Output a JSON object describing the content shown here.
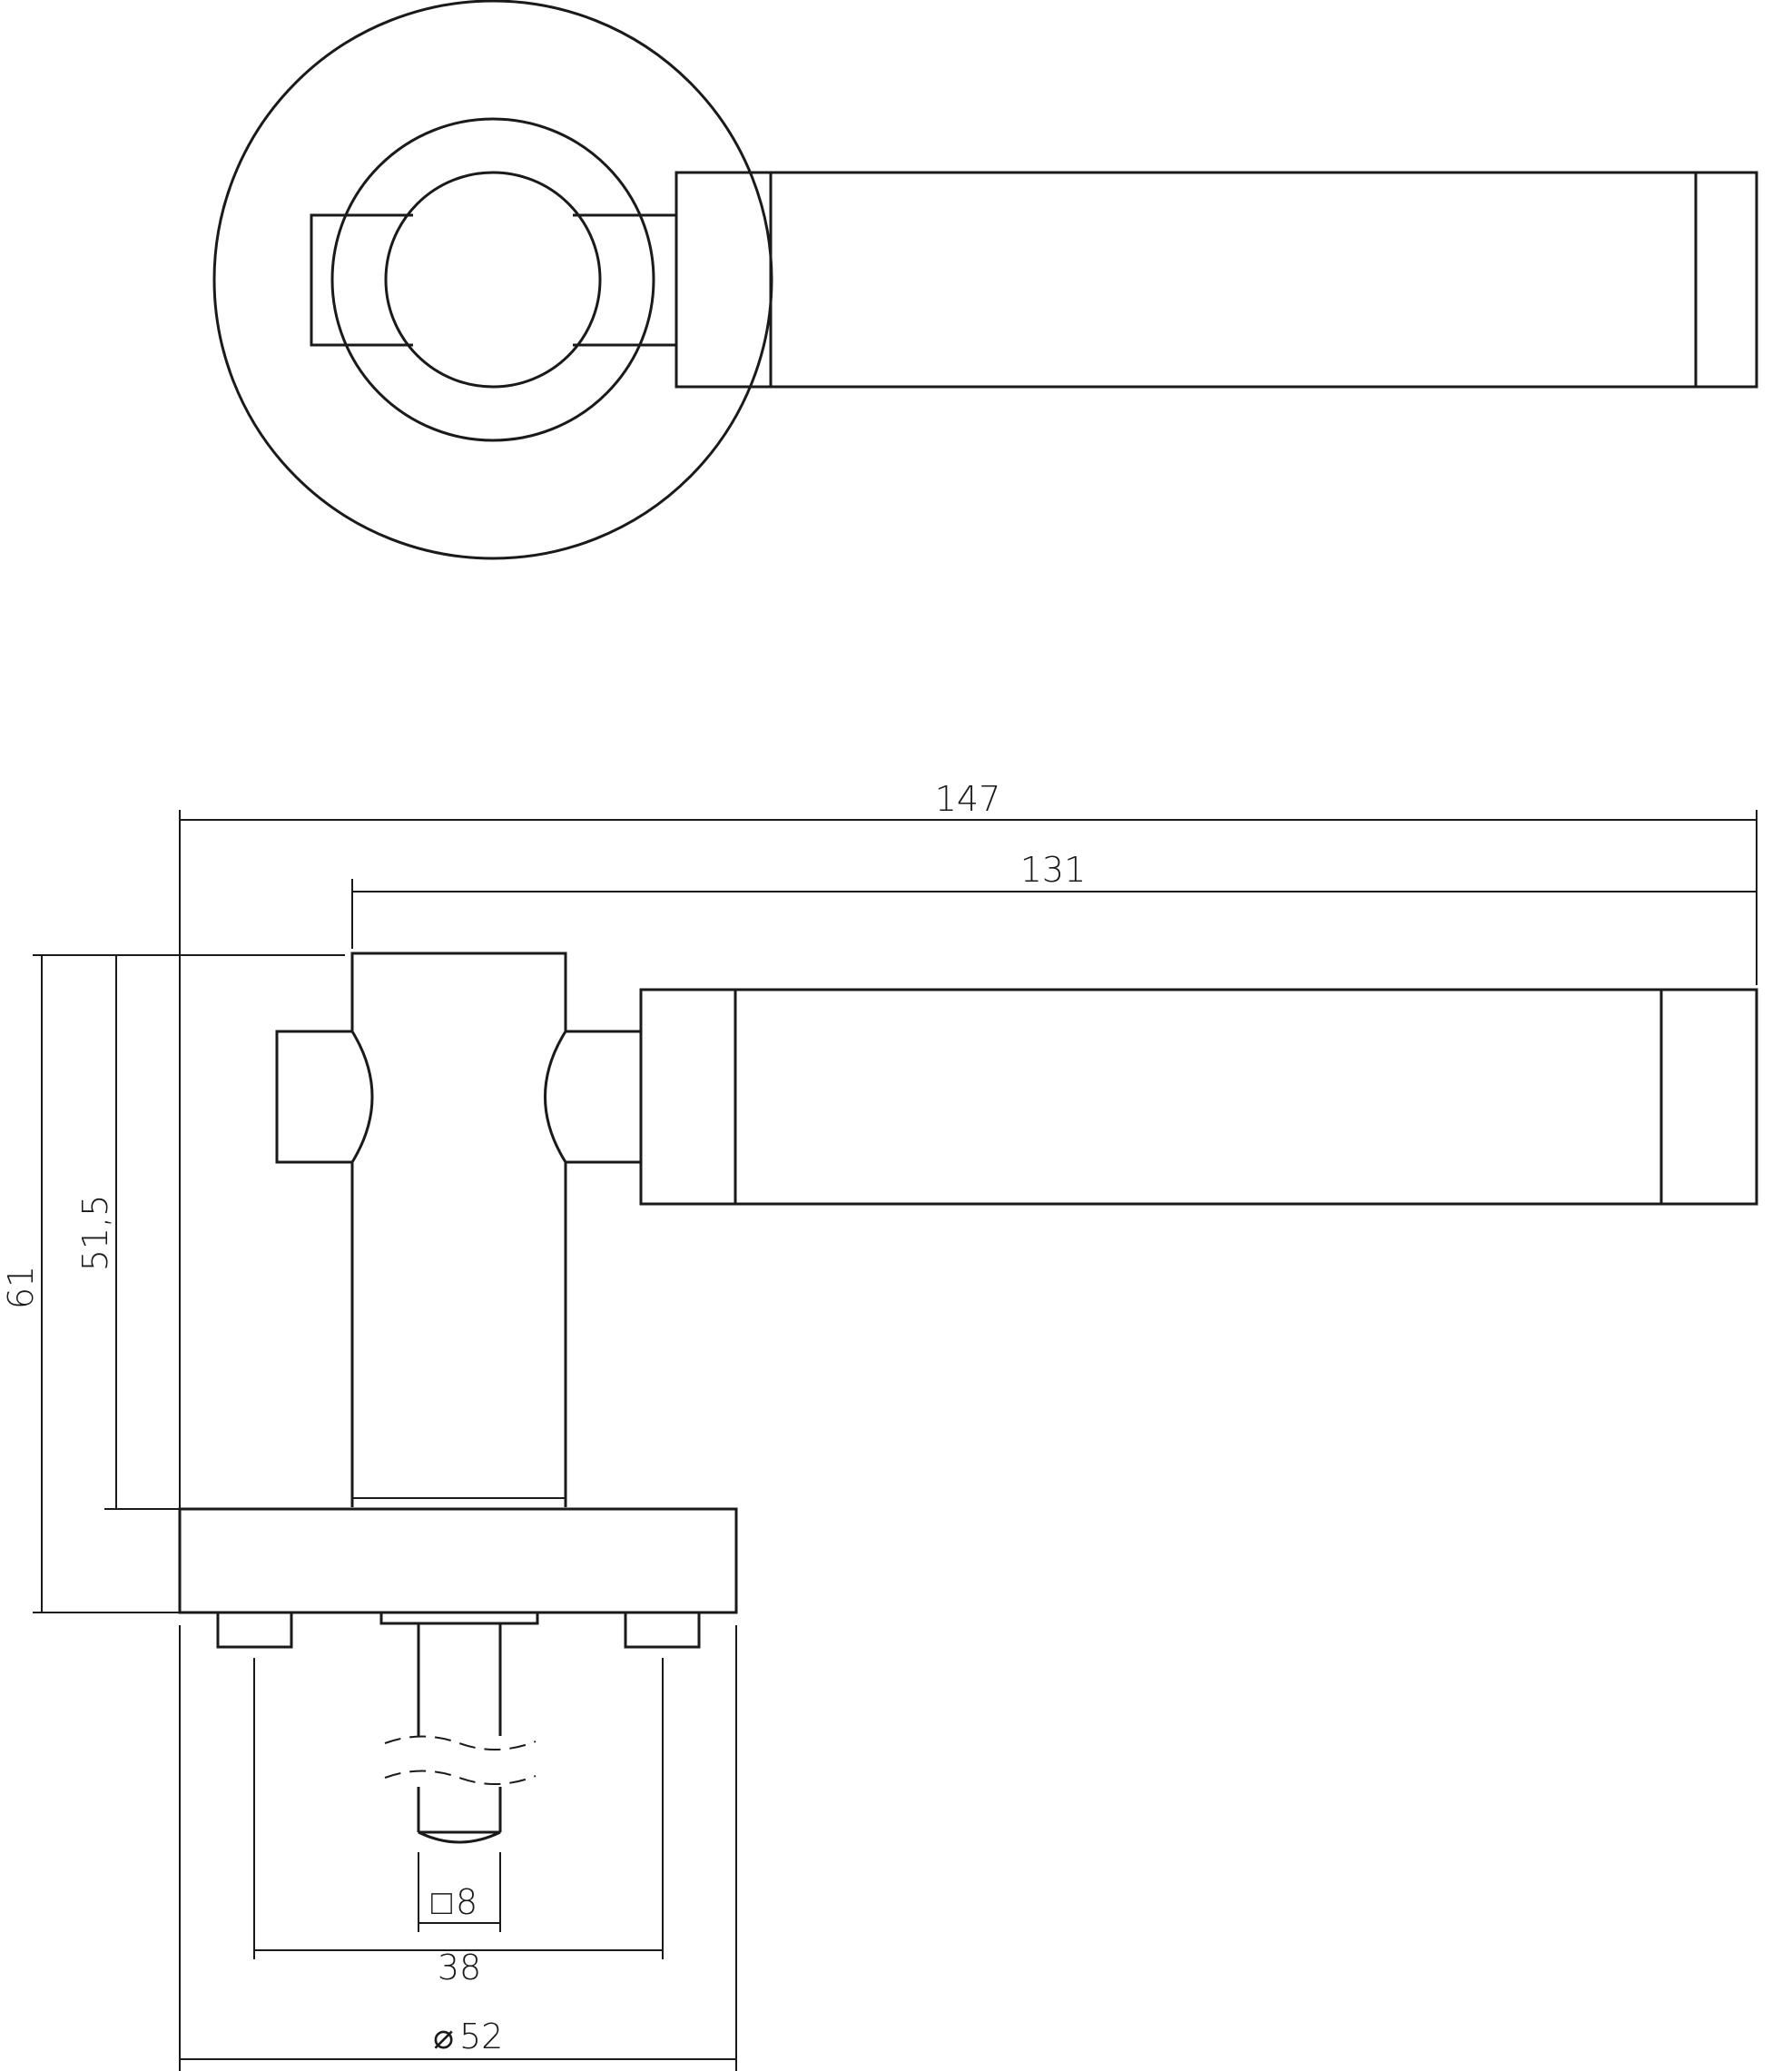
{
  "views": {
    "top": {
      "name": "top-view"
    },
    "side": {
      "name": "side-view"
    }
  },
  "dimensions": {
    "overall_length": "147",
    "lever_length": "131",
    "overall_height": "61",
    "handle_height": "51,5",
    "spindle_square": "8",
    "screw_spacing": "38",
    "rose_diameter": "52"
  },
  "symbols": {
    "diameter": "⌀",
    "square": "□"
  }
}
